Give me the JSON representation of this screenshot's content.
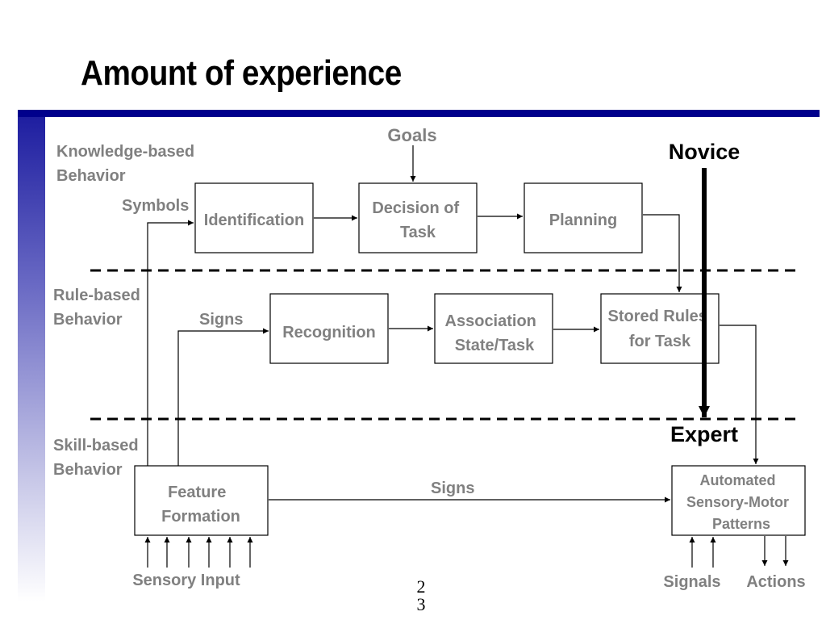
{
  "title": "Amount of experience",
  "page_number": "23",
  "levels": {
    "knowledge": [
      "Knowledge-based",
      "Behavior"
    ],
    "rule": [
      "Rule-based",
      "Behavior"
    ],
    "skill": [
      "Skill-based",
      "Behavior"
    ]
  },
  "boxes": {
    "identification": [
      "Identification"
    ],
    "decision": [
      "Decision of",
      "Task"
    ],
    "planning": [
      "Planning"
    ],
    "recognition": [
      "Recognition"
    ],
    "association": [
      "Association",
      "State/Task"
    ],
    "stored_rules": [
      "Stored Rules",
      "for Task"
    ],
    "feature": [
      "Feature",
      "Formation"
    ],
    "automated": [
      "Automated",
      "Sensory-Motor",
      "Patterns"
    ]
  },
  "labels": {
    "goals": "Goals",
    "symbols": "Symbols",
    "signs_rule": "Signs",
    "signs_skill": "Signs",
    "sensory_input": "Sensory Input",
    "signals": "Signals",
    "actions": "Actions",
    "novice": "Novice",
    "expert": "Expert"
  }
}
